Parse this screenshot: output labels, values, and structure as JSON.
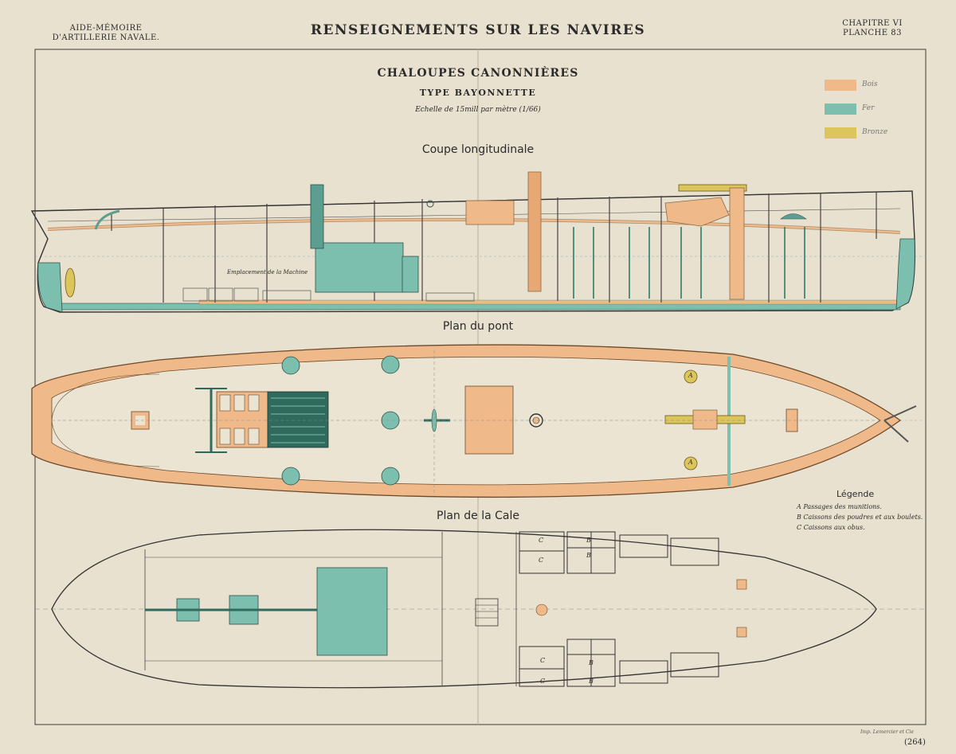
{
  "header": {
    "left_line1": "AIDE-MÉMOIRE",
    "left_line2": "D'ARTILLERIE NAVALE.",
    "center": "RENSEIGNEMENTS SUR LES NAVIRES",
    "right_line1": "CHAPITRE VI",
    "right_line2": "PLANCHE 83"
  },
  "plate": {
    "title": "CHALOUPES CANONNIÈRES",
    "subtitle": "TYPE BAYONNETTE",
    "scale": "Echelle de 15mill par mètre (1/66)"
  },
  "material_key": [
    {
      "label": "Bois",
      "color": "#f0b98a"
    },
    {
      "label": "Fer",
      "color": "#7dbfae"
    },
    {
      "label": "Bronze",
      "color": "#dcc55a"
    }
  ],
  "sections": {
    "longitudinal": "Coupe longitudinale",
    "deck": "Plan du pont",
    "hold": "Plan de la Cale"
  },
  "annotations": {
    "machine": "Emplacement de la Machine"
  },
  "legend": {
    "title": "Légende",
    "items": [
      "A Passages des munitions.",
      "B Caissons des poudres et aux boulets.",
      "C Caissons aux obus."
    ]
  },
  "hold_labels": {
    "c": "C",
    "b": "B"
  },
  "deck_labels": {
    "a": "A"
  },
  "footer": {
    "printer": "Imp. Lemercier et Cie",
    "page": "(264)"
  }
}
